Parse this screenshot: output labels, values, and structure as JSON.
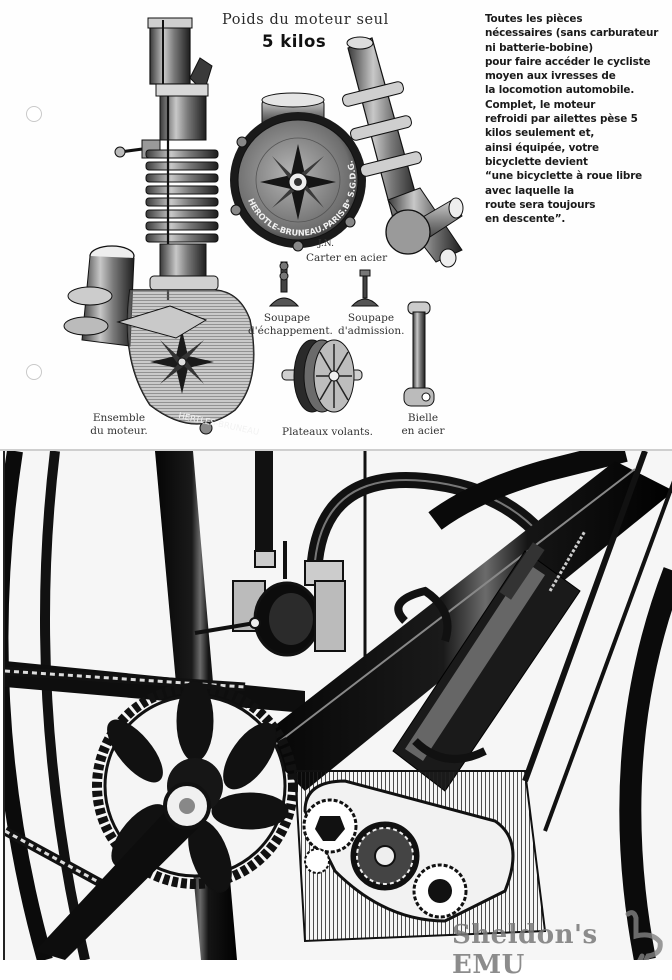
{
  "heading": {
    "line1": "Poids du moteur seul",
    "line2": "5 kilos"
  },
  "description": [
    "Toutes les pièces",
    "nécessaires (sans carburateur",
    "ni batterie-bobine)",
    "pour faire accéder le cycliste",
    "moyen aux ivresses de",
    "la locomotion automobile.",
    "Complet, le moteur",
    "refroidi par ailettes pèse 5",
    "kilos seulement et,",
    "ainsi équipée, votre",
    "bicyclette devient",
    "“une bicyclette à roue libre",
    "avec laquelle la",
    "route sera toujours",
    "en descente”."
  ],
  "captions": {
    "carter": "Carter en acier",
    "engraver_mark": "J.N.",
    "exhaust_valve": [
      "Soupape",
      "d'échappement."
    ],
    "intake_valve": [
      "Soupape",
      "d'admission."
    ],
    "engine_assembly": [
      "Ensemble",
      "du moteur."
    ],
    "flywheels": "Plateaux volants.",
    "connecting_rod": [
      "Bielle",
      "en acier"
    ]
  },
  "engravings": {
    "crankcase_cover_text": "HEROTLE-BRUNEAU.PARIS.Bᵉ S.G.D.G. PATENT",
    "engine_cover_text": "HERTLES-BRUNEAU"
  },
  "watermark": "Sheldon's EMU",
  "colors": {
    "ink": "#111111",
    "paper": "#ffffff",
    "metal": "#8a8a8a",
    "watermark": "#787878"
  }
}
